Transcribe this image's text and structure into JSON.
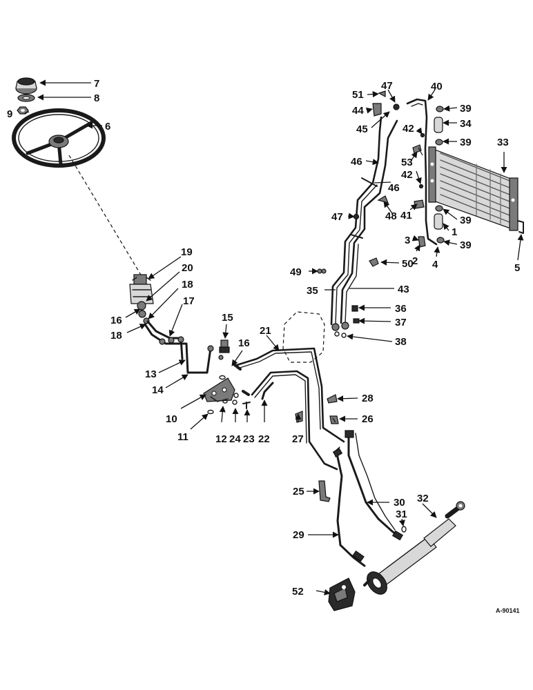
{
  "figure_id": "A-90141",
  "callouts": [
    "1",
    "2",
    "3",
    "4",
    "5",
    "6",
    "7",
    "8",
    "9",
    "10",
    "11",
    "12",
    "13",
    "14",
    "15",
    "16",
    "17",
    "18",
    "19",
    "20",
    "21",
    "22",
    "23",
    "24",
    "25",
    "26",
    "27",
    "28",
    "29",
    "30",
    "31",
    "32",
    "33",
    "34",
    "35",
    "36",
    "37",
    "38",
    "39",
    "40",
    "41",
    "42",
    "43",
    "44",
    "45",
    "46",
    "47",
    "48",
    "49",
    "50",
    "51",
    "52",
    "53"
  ]
}
